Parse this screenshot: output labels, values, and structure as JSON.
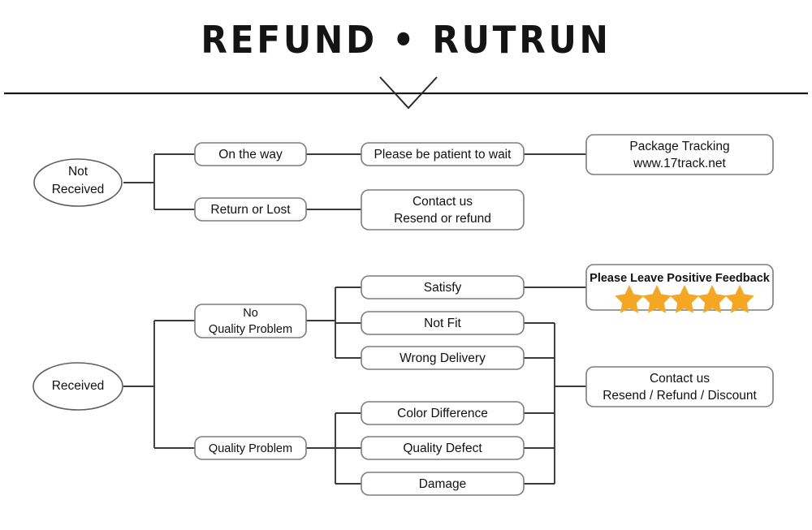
{
  "header": {
    "title": "REFUND • RUTRUN",
    "divider_icon": "horizontal-rule",
    "chevron_icon": "chevron-down-icon"
  },
  "colors": {
    "star": "#F5A623",
    "box_border": "#7d7d7d",
    "connector": "#3a3a3a",
    "text": "#111111",
    "background": "#ffffff"
  },
  "flow": {
    "branches": [
      {
        "id": "not-received",
        "root": "Not\nReceived",
        "root_line1": "Not",
        "root_line2": "Received",
        "items": [
          {
            "id": "on-the-way",
            "label": "On the way",
            "next": {
              "id": "please-wait",
              "label": "Please be patient to wait"
            },
            "final": {
              "id": "package-tracking",
              "line1": "Package Tracking",
              "line2": "www.17track.net"
            }
          },
          {
            "id": "return-or-lost",
            "label": "Return or Lost",
            "next": {
              "id": "contact-us-resend-refund",
              "line1": "Contact us",
              "line2": "Resend or refund"
            }
          }
        ]
      },
      {
        "id": "received",
        "root": "Received",
        "items": [
          {
            "id": "no-quality-problem",
            "line1": "No",
            "line2": "Quality Problem",
            "children": [
              {
                "id": "satisfy",
                "label": "Satisfy"
              },
              {
                "id": "not-fit",
                "label": "Not Fit"
              },
              {
                "id": "wrong-delivery",
                "label": "Wrong Delivery"
              }
            ]
          },
          {
            "id": "quality-problem",
            "label": "Quality Problem",
            "children": [
              {
                "id": "color-difference",
                "label": "Color Difference"
              },
              {
                "id": "quality-defect",
                "label": "Quality Defect"
              },
              {
                "id": "damage",
                "label": "Damage"
              }
            ]
          }
        ],
        "outcomes": [
          {
            "id": "positive-feedback",
            "label": "Please Leave Positive Feedback",
            "stars": 5,
            "star_icon": "star-icon"
          },
          {
            "id": "contact-us-resend-refund-discount",
            "line1": "Contact us",
            "line2": "Resend / Refund / Discount"
          }
        ]
      }
    ]
  }
}
